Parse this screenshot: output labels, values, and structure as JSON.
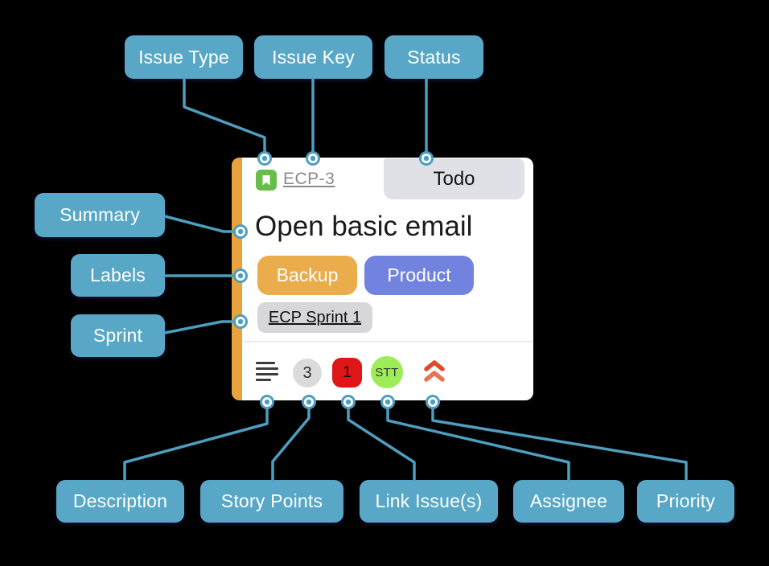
{
  "colors": {
    "bg": "#000000",
    "callout-bg": "#58A7C6",
    "callout-text": "#FFFFFF",
    "line": "#4D9EC0",
    "card-bg": "#FFFFFF",
    "stripe": "#E9A23C",
    "type-green": "#68BC49",
    "key-gray": "#8A8A8A",
    "status-bg": "#DFE1E6",
    "title-text": "#1B1B1B",
    "backup-bg": "#EBAC4B",
    "product-bg": "#7183DF",
    "sprint-bg": "#D7D7D9",
    "divider": "#ECECEC",
    "desc-icon": "#3C3C3C",
    "points-bg": "#DBDBDB",
    "red-bg": "#E01518",
    "red-text": "#200000",
    "avatar-bg": "#9DEC58",
    "avatar-text": "#333333",
    "chevron-top": "#DC4C2B",
    "chevron-bottom": "#E97154"
  },
  "callouts": {
    "issue_type": "Issue Type",
    "issue_key": "Issue Key",
    "status": "Status",
    "summary": "Summary",
    "labels": "Labels",
    "sprint": "Sprint",
    "description": "Description",
    "story_points": "Story Points",
    "link_issues": "Link Issue(s)",
    "assignee": "Assignee",
    "priority": "Priority"
  },
  "card": {
    "issue_key": "ECP-3",
    "status": "Todo",
    "summary": "Open basic email",
    "labels": {
      "backup": "Backup",
      "product": "Product"
    },
    "sprint": "ECP Sprint 1",
    "story_points": "3",
    "linked_issues_count": "1",
    "assignee_initials": "STT"
  },
  "icons": {
    "issue_type": "story-bookmark-icon",
    "description": "description-lines-icon",
    "priority": "priority-high-double-chevron-icon"
  }
}
